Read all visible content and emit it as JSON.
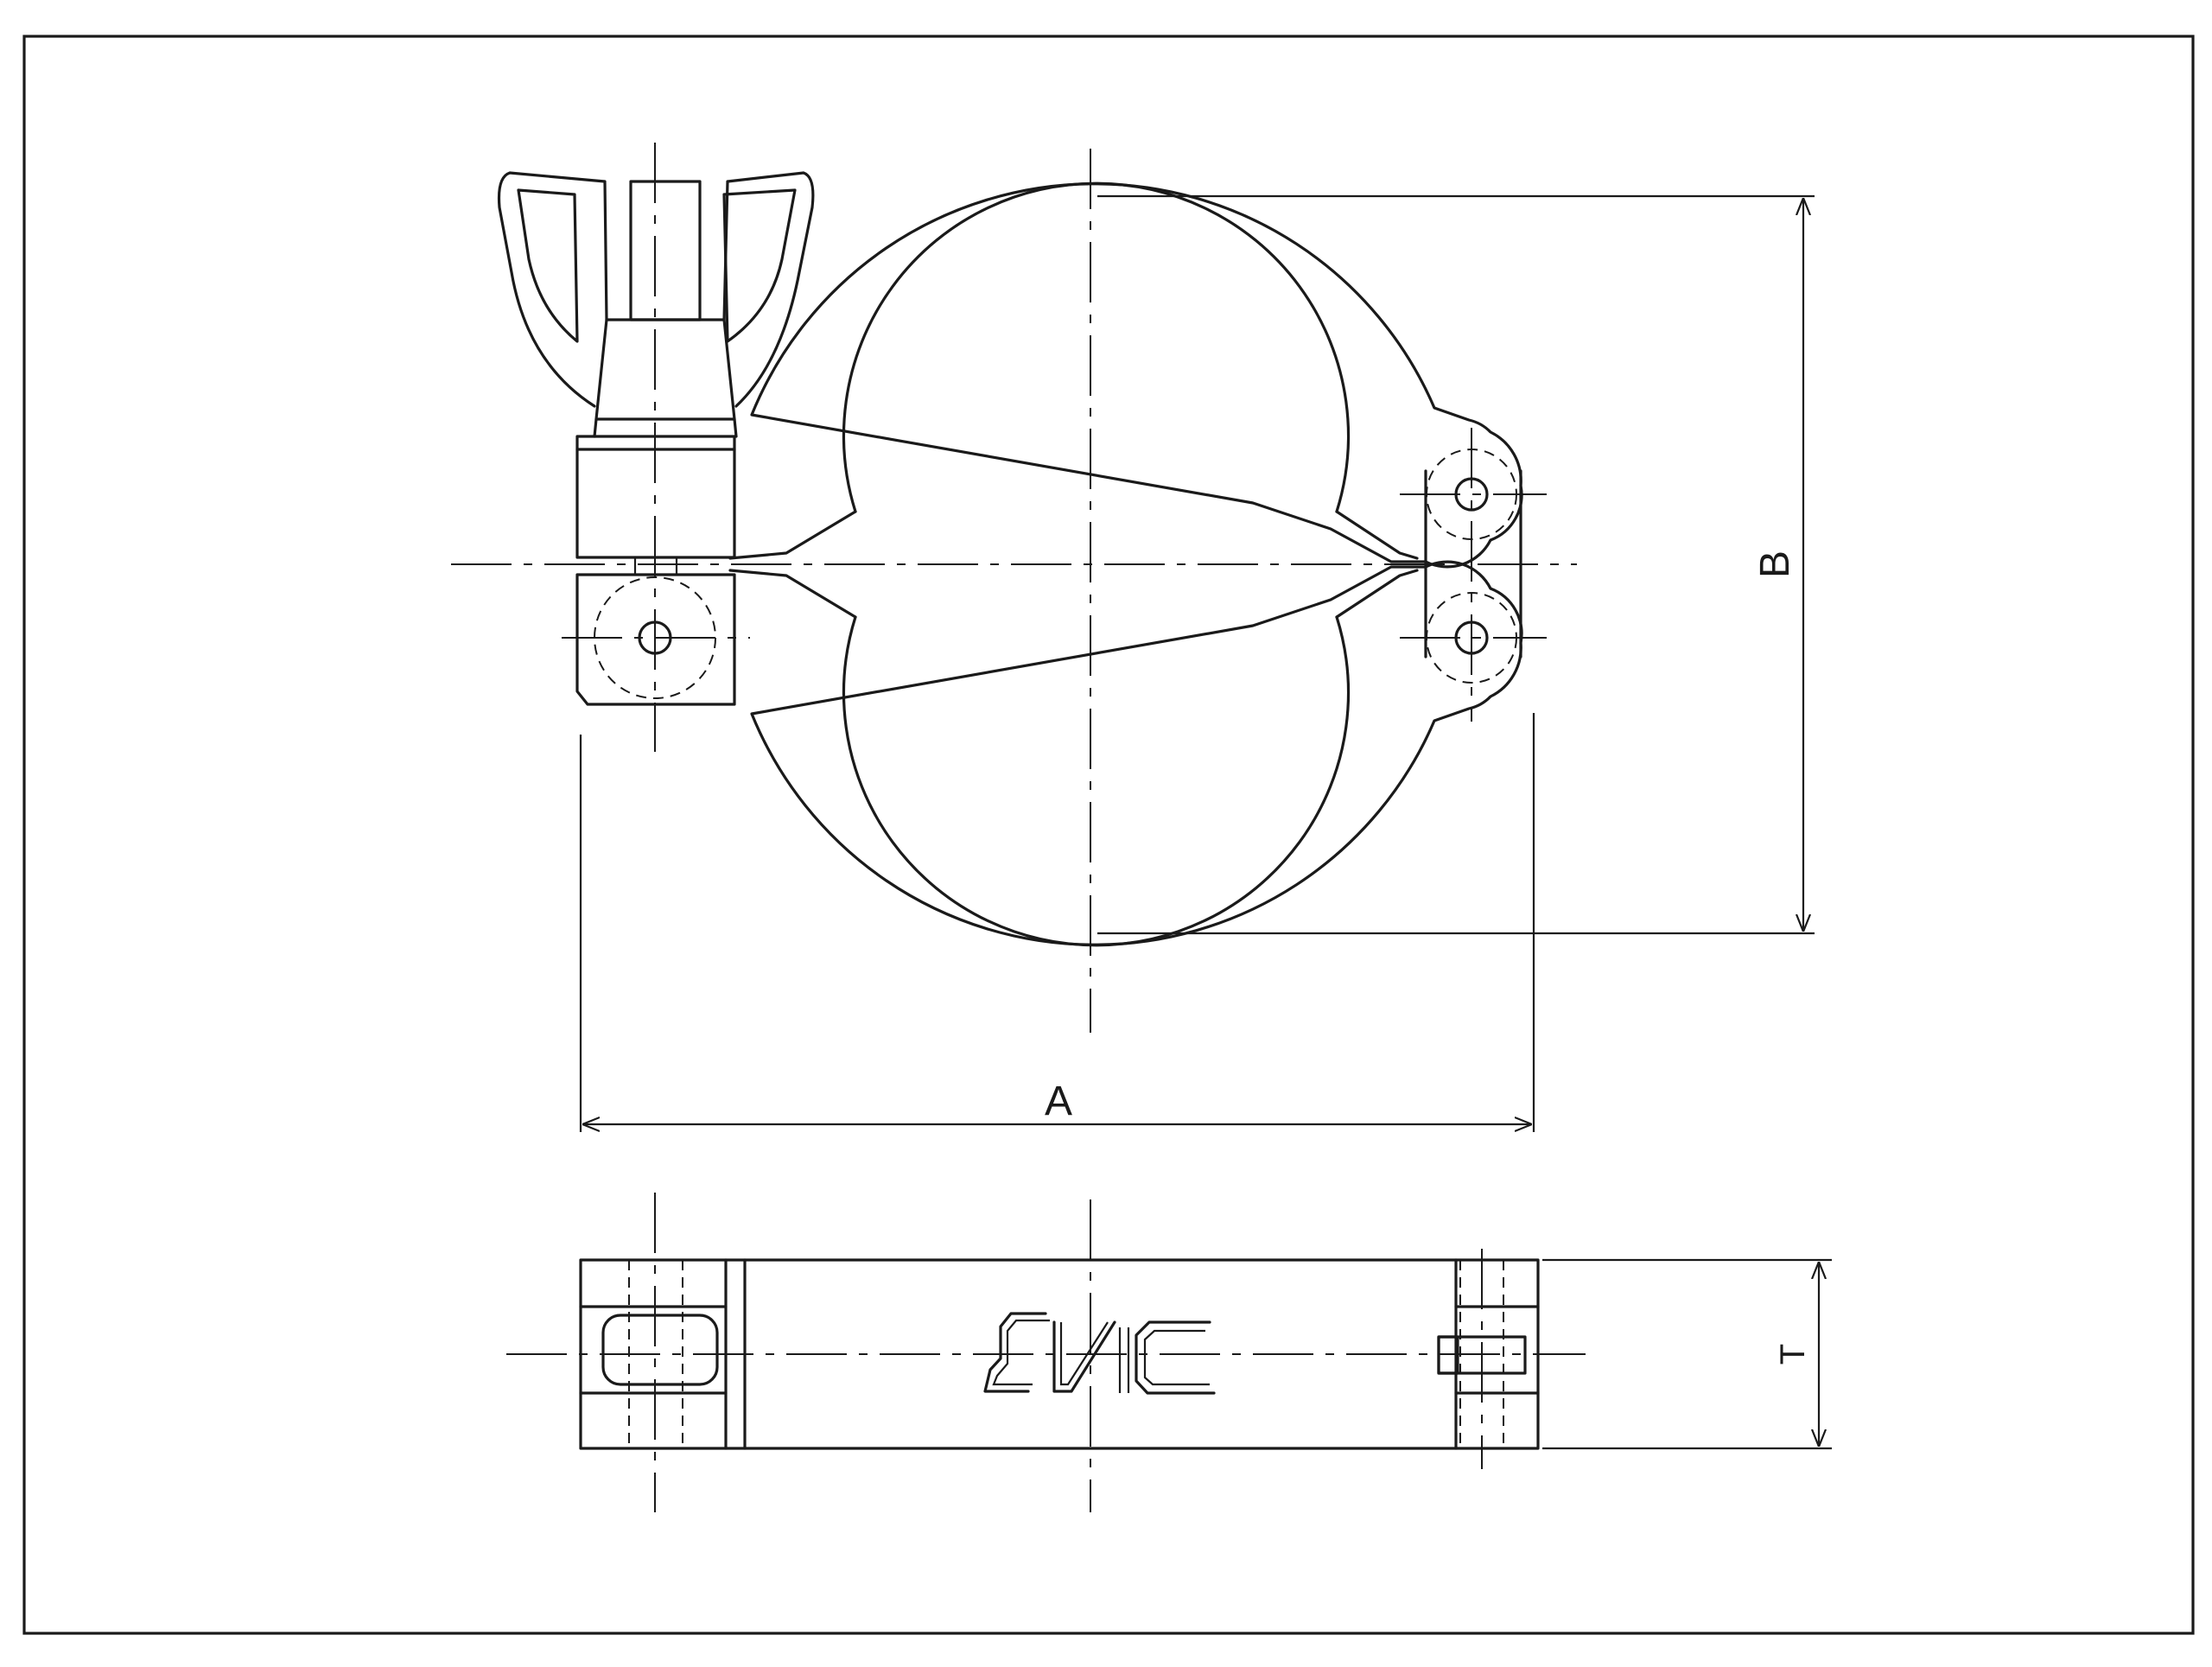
{
  "drawing": {
    "dimensions": {
      "width_label": "A",
      "height_label": "B",
      "thickness_label": "T"
    },
    "logo": {
      "text": "SVC"
    }
  },
  "colors": {
    "line": "#1a1a1a",
    "background": "#ffffff"
  }
}
